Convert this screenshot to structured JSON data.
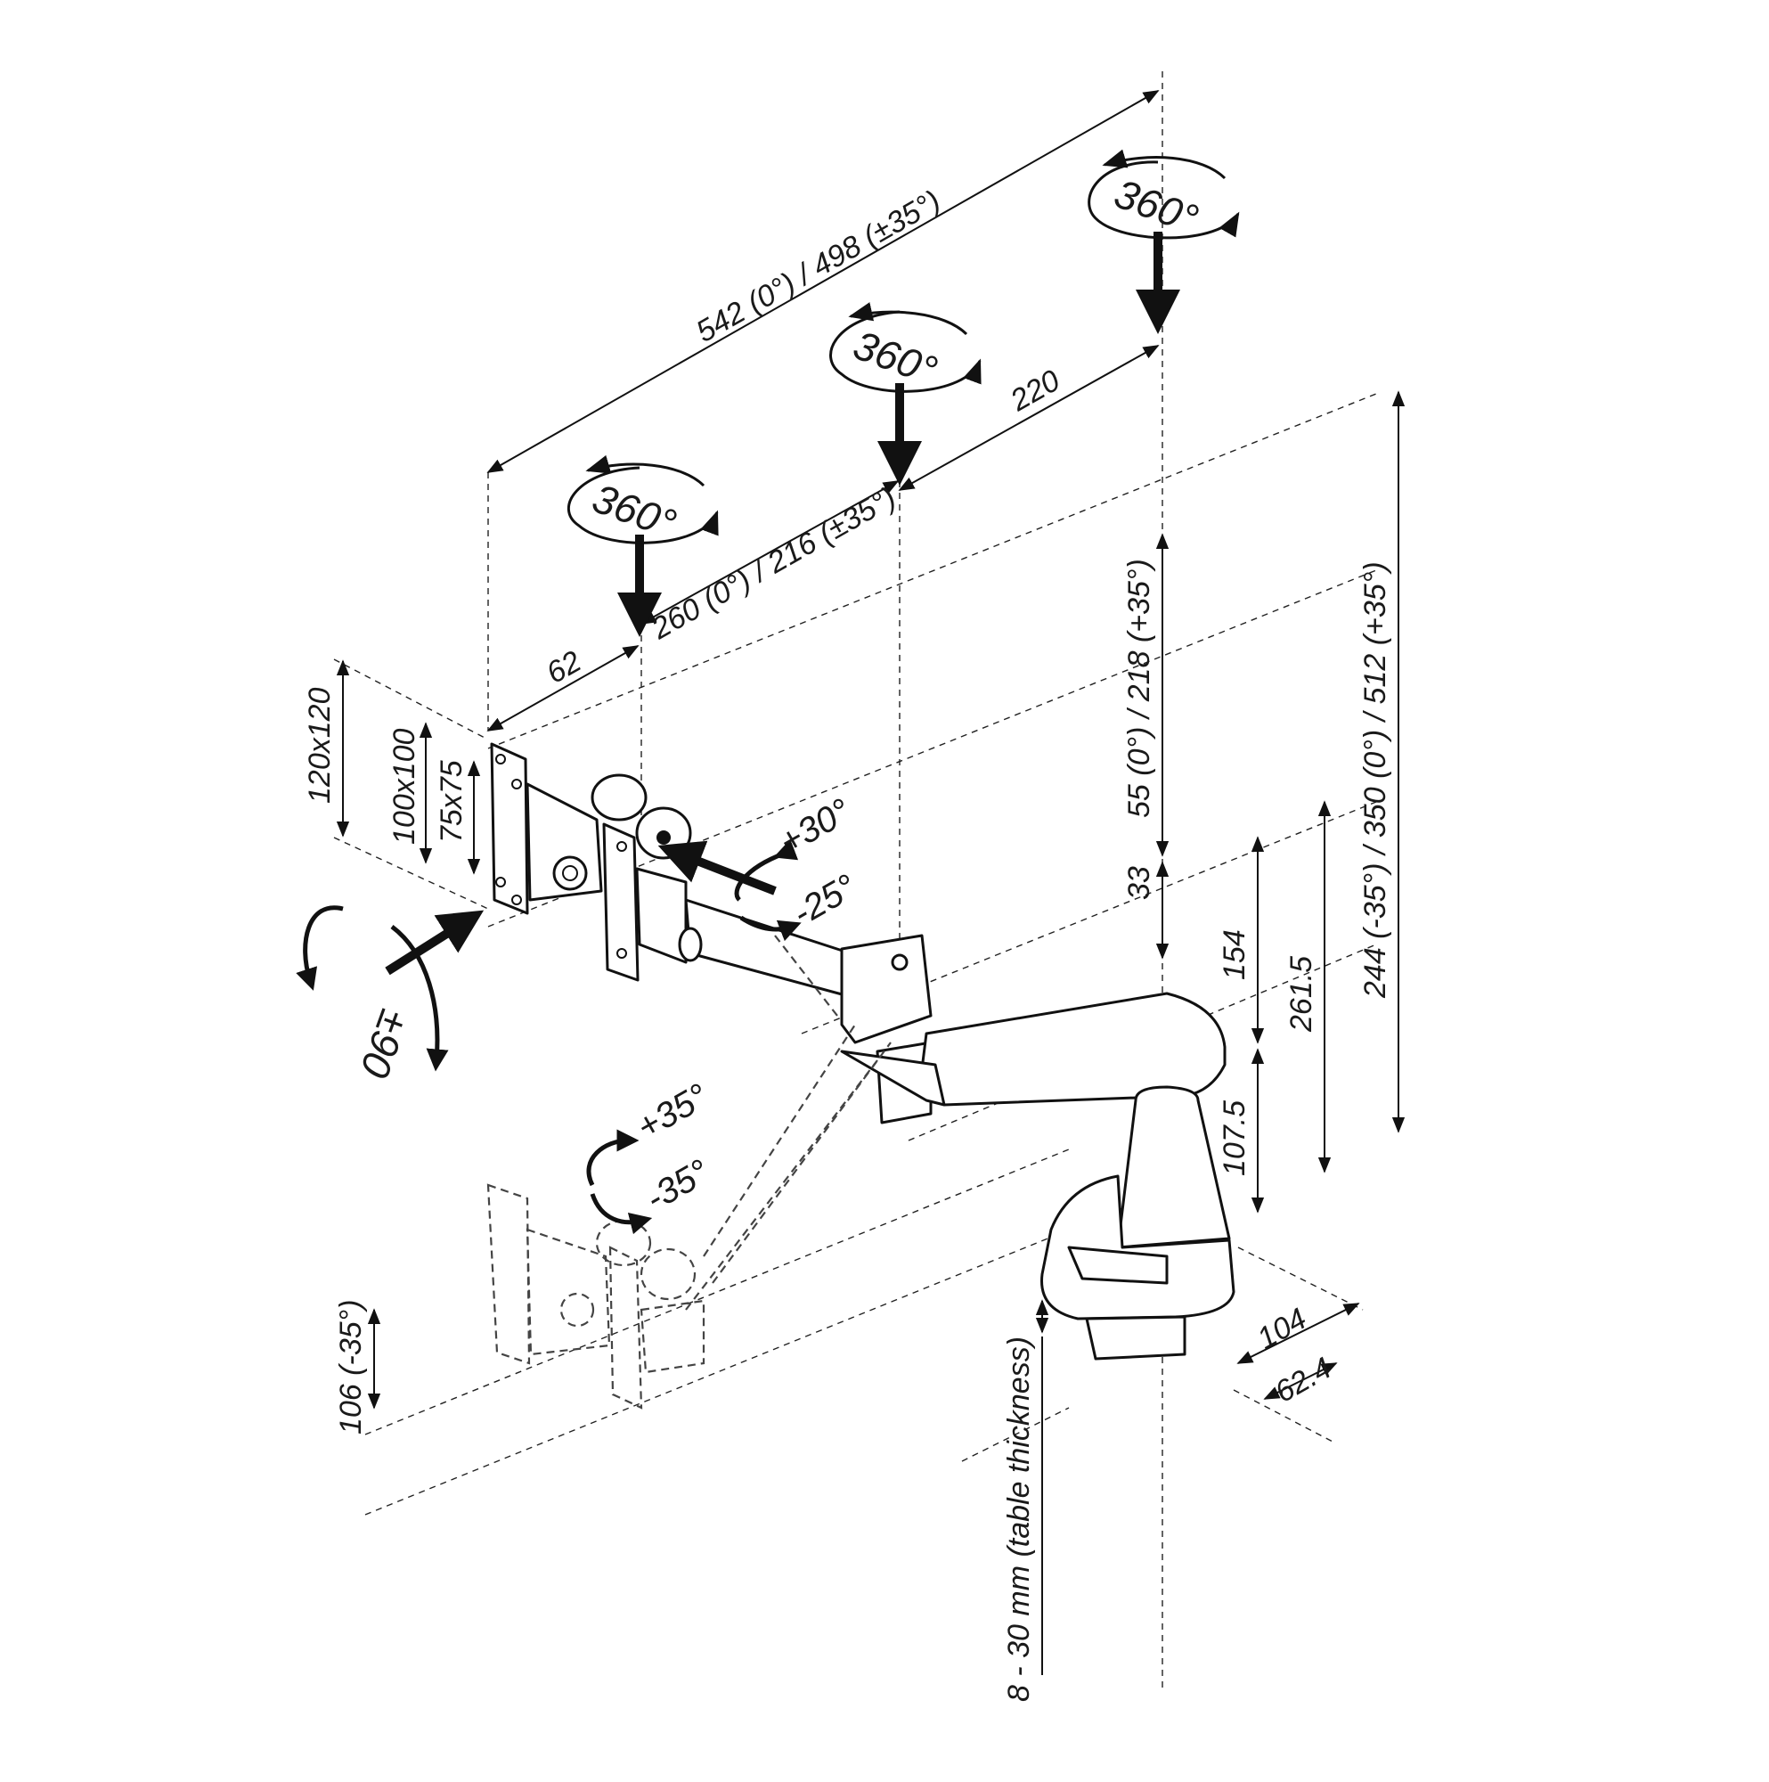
{
  "labels": {
    "reach_total": "542 (0°) / 498 (±35°)",
    "reach_220": "220",
    "reach_260": "260 (0°) / 216 (±35°)",
    "offset_62": "62",
    "vesa_120": "120x120",
    "vesa_100": "100x100",
    "vesa_75": "75x75",
    "rot_1": "360°",
    "rot_2": "360°",
    "rot_3": "360°",
    "tilt_plus": "+30°",
    "tilt_minus": "-25°",
    "swivel": "±90",
    "arm_plus": "+35°",
    "arm_minus": "-35°",
    "height_55": "55 (0°) / 218 (+35°)",
    "height_33": "33",
    "height_154": "154",
    "height_107": "107.5",
    "height_261": "261.5",
    "height_total": "244 (-35°) / 350 (0°) / 512 (+35°)",
    "drop_106": "106 (-35°)",
    "table_thickness": "8 - 30 mm (table thickness)",
    "base_104": "104",
    "base_62": "62.4"
  },
  "colors": {
    "ink": "#111111",
    "background": "#ffffff"
  },
  "icons": [
    "rotation-360-icon",
    "tilt-arrow-icon",
    "swivel-arrow-icon",
    "arm-tilt-arrow-icon"
  ]
}
